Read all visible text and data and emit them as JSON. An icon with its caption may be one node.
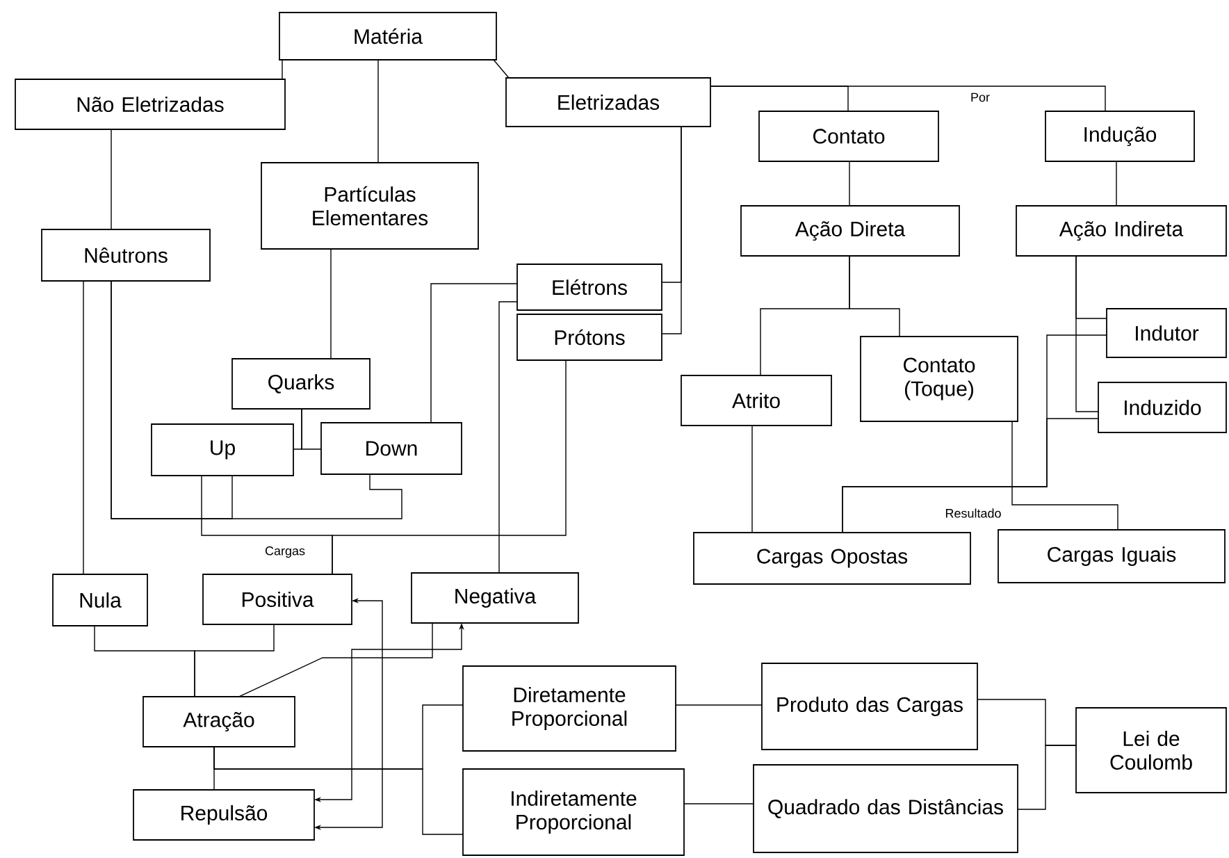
{
  "diagram": {
    "nodes": [
      {
        "text": [
          "Matéria"
        ]
      },
      {
        "text": [
          "Não Eletrizadas"
        ]
      },
      {
        "text": [
          "Eletrizadas"
        ]
      },
      {
        "text": [
          "Contato"
        ]
      },
      {
        "text": [
          "Indução"
        ]
      },
      {
        "text": [
          "Partículas Elementares"
        ]
      },
      {
        "text": [
          "Ação Direta"
        ]
      },
      {
        "text": [
          "Ação Indireta"
        ]
      },
      {
        "text": [
          "Nêutrons"
        ]
      },
      {
        "text": [
          "Elétrons"
        ]
      },
      {
        "text": [
          "Prótons"
        ]
      },
      {
        "text": [
          "Indutor"
        ]
      },
      {
        "text": [
          "Quarks"
        ]
      },
      {
        "text": [
          "Atrito"
        ]
      },
      {
        "text": [
          "Contato (Toque)"
        ]
      },
      {
        "text": [
          "Induzido"
        ]
      },
      {
        "text": [
          "Up"
        ]
      },
      {
        "text": [
          "Down"
        ]
      },
      {
        "text": [
          "Cargas Opostas"
        ]
      },
      {
        "text": [
          "Cargas Iguais"
        ]
      },
      {
        "text": [
          "Nula"
        ]
      },
      {
        "text": [
          "Positiva"
        ]
      },
      {
        "text": [
          "Negativa"
        ]
      },
      {
        "text": [
          "Diretamente Proporcional"
        ]
      },
      {
        "text": [
          "Produto das Cargas"
        ]
      },
      {
        "text": [
          "Lei de Coulomb"
        ]
      },
      {
        "text": [
          "Atração"
        ]
      },
      {
        "text": [
          "Indiretamente Proporcional"
        ]
      },
      {
        "text": [
          "Quadrado das Distâncias"
        ]
      },
      {
        "text": [
          "Repulsão"
        ]
      }
    ],
    "edges": [
      {
        "from": 0,
        "to": 1,
        "arrow": "none"
      },
      {
        "from": 0,
        "to": 2,
        "arrow": "none"
      },
      {
        "from": 0,
        "to": 5,
        "arrow": "none"
      },
      {
        "from": 2,
        "to": 3,
        "arrow": "none"
      },
      {
        "from": 2,
        "to": 4,
        "arrow": "none",
        "label": "Por"
      },
      {
        "from": 1,
        "to": 8,
        "arrow": "none"
      },
      {
        "from": 5,
        "to": 12,
        "arrow": "none"
      },
      {
        "from": 3,
        "to": 6,
        "arrow": "none"
      },
      {
        "from": 4,
        "to": 7,
        "arrow": "none"
      },
      {
        "from": 2,
        "to": 9,
        "arrow": "none"
      },
      {
        "from": 2,
        "to": 10,
        "arrow": "none"
      },
      {
        "from": 6,
        "to": 13,
        "arrow": "none"
      },
      {
        "from": 6,
        "to": 14,
        "arrow": "none"
      },
      {
        "from": 7,
        "to": 11,
        "arrow": "none"
      },
      {
        "from": 7,
        "to": 15,
        "arrow": "none"
      },
      {
        "from": 12,
        "to": 16,
        "arrow": "none"
      },
      {
        "from": 12,
        "to": 17,
        "arrow": "none"
      },
      {
        "from": 13,
        "to": 18,
        "arrow": "none"
      },
      {
        "from": 11,
        "to": 18,
        "arrow": "none"
      },
      {
        "from": 15,
        "to": 18,
        "arrow": "none"
      },
      {
        "from": 14,
        "to": 19,
        "arrow": "none",
        "label": "Resultado"
      },
      {
        "from": 8,
        "to": 20,
        "arrow": "none"
      },
      {
        "from": 8,
        "to": 16,
        "arrow": "none"
      },
      {
        "from": 8,
        "to": 17,
        "arrow": "none"
      },
      {
        "from": 9,
        "to": 17,
        "arrow": "none"
      },
      {
        "from": 9,
        "to": 22,
        "arrow": "none"
      },
      {
        "from": 10,
        "to": 21,
        "arrow": "none",
        "label": "Cargas"
      },
      {
        "from": 16,
        "to": 21,
        "arrow": "none"
      },
      {
        "from": 20,
        "to": 26,
        "arrow": "none"
      },
      {
        "from": 21,
        "to": 26,
        "arrow": "none"
      },
      {
        "from": 22,
        "to": 26,
        "arrow": "none"
      },
      {
        "from": 29,
        "to": 21,
        "arrow": "both"
      },
      {
        "from": 29,
        "to": 22,
        "arrow": "both"
      },
      {
        "from": 26,
        "to": 29,
        "arrow": "none"
      },
      {
        "from": 26,
        "to": 23,
        "arrow": "none"
      },
      {
        "from": 26,
        "to": 27,
        "arrow": "none"
      },
      {
        "from": 23,
        "to": 24,
        "arrow": "none"
      },
      {
        "from": 27,
        "to": 28,
        "arrow": "none"
      },
      {
        "from": 24,
        "to": 25,
        "arrow": "none"
      },
      {
        "from": 28,
        "to": 25,
        "arrow": "none"
      }
    ]
  }
}
